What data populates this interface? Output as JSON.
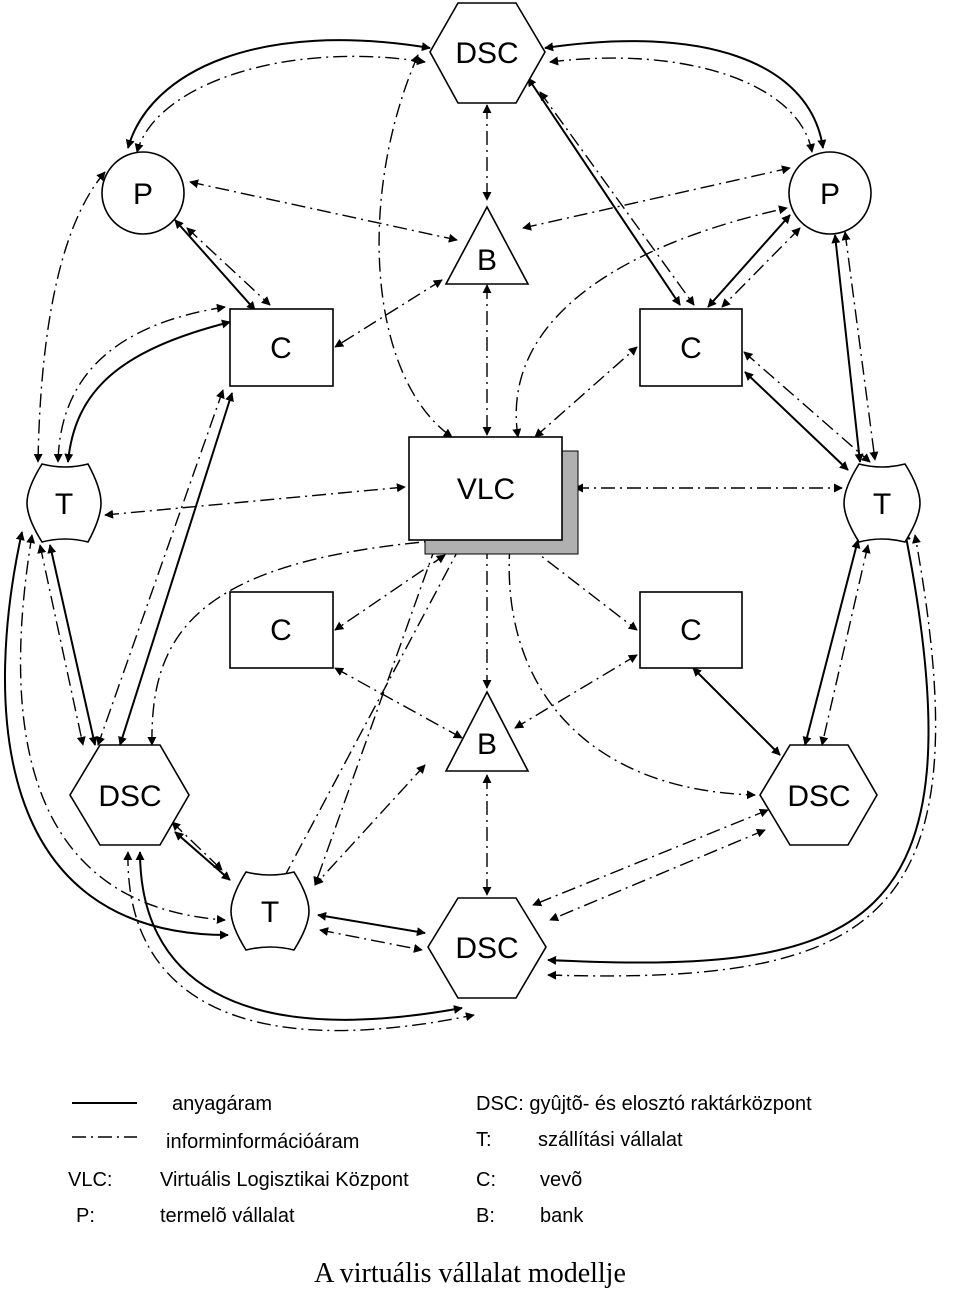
{
  "nodes": {
    "dsc_top": "DSC",
    "p_left": "P",
    "p_right": "P",
    "b_top": "B",
    "c_top_left": "C",
    "c_top_right": "C",
    "t_left": "T",
    "vlc": "VLC",
    "t_right": "T",
    "c_mid_left": "C",
    "c_mid_right": "C",
    "b_mid": "B",
    "dsc_left": "DSC",
    "dsc_right": "DSC",
    "t_bottom": "T",
    "dsc_bottom": "DSC"
  },
  "legend": {
    "material_flow": "anyagáram",
    "info_flow": "informinformációáram",
    "vlc_key": "VLC:",
    "vlc_desc": "Virtuális Logisztikai Központ",
    "p_key": "P:",
    "p_desc": "termelõ vállalat",
    "dsc_def": "DSC: gyûjtõ- és elosztó raktárközpont",
    "t_key": "T:",
    "t_desc": "szállítási vállalat",
    "c_key": "C:",
    "c_desc": "vevõ",
    "b_key": "B:",
    "b_desc": "bank"
  },
  "caption": "A virtuális vállalat modellje"
}
